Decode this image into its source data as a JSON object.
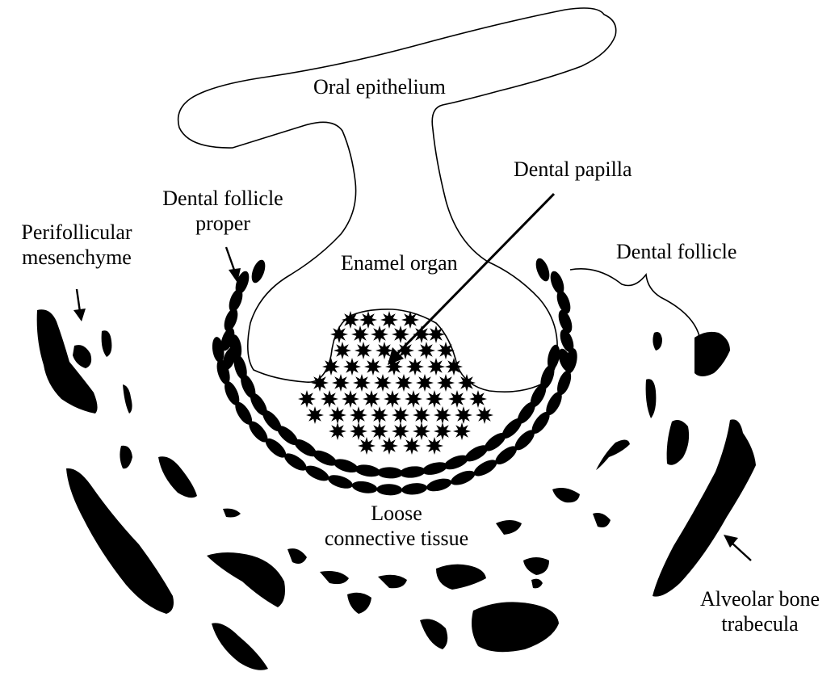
{
  "labels": {
    "oral_epithelium": "Oral epithelium",
    "dental_papilla": "Dental papilla",
    "dental_follicle_proper_1": "Dental follicle",
    "dental_follicle_proper_2": "proper",
    "perifollicular_1": "Perifollicular",
    "perifollicular_2": "mesenchyme",
    "enamel_organ": "Enamel organ",
    "dental_follicle": "Dental follicle",
    "loose_ct_1": "Loose",
    "loose_ct_2": "connective tissue",
    "alveolar_1": "Alveolar bone",
    "alveolar_2": "trabecula"
  },
  "colors": {
    "ink": "#000000",
    "paper": "#ffffff"
  }
}
